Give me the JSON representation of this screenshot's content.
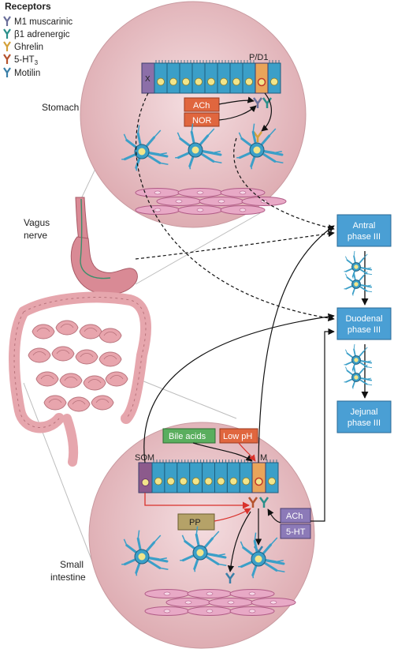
{
  "legend": {
    "title": "Receptors",
    "items": [
      {
        "label": "M1 muscarinic",
        "color": "#6a6f9a"
      },
      {
        "label": "β1 adrenergic",
        "color": "#2a8f8a"
      },
      {
        "label": "Ghrelin",
        "color": "#d4a13a"
      },
      {
        "label": "5-HT",
        "sub": "3",
        "color": "#b5532e"
      },
      {
        "label": "Motilin",
        "color": "#3a7fa8"
      }
    ]
  },
  "labels": {
    "stomach": "Stomach",
    "vagus_line1": "Vagus",
    "vagus_line2": "nerve",
    "small_line1": "Small",
    "small_line2": "intestine",
    "x_cell": "X",
    "pd1": "P/D1",
    "som": "SOM",
    "m": "M"
  },
  "chemicals": {
    "ach_top": "ACh",
    "nor": "NOR",
    "bile": "Bile acids",
    "lowph": "Low pH",
    "pp": "PP",
    "ach_bottom": "ACh",
    "ht5": "5-HT"
  },
  "phases": {
    "antral_1": "Antral",
    "antral_2": "phase III",
    "duodenal_1": "Duodenal",
    "duodenal_2": "phase III",
    "jejunal_1": "Jejunal",
    "jejunal_2": "phase III"
  },
  "colors": {
    "circle": "#e4b8bd",
    "cell": "#3b9fc8",
    "nucleus": "#f2e58a",
    "phase_box": "#4a9fd4",
    "ach_box": "#e0663e",
    "bile_box": "#5aae5e",
    "pp_box": "#b5a268",
    "purple_box": "#8c7ab8",
    "muscle": "#e8a9c6"
  }
}
